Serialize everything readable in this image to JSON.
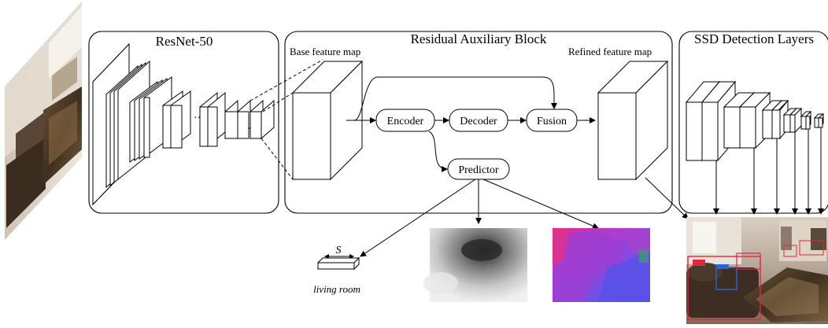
{
  "stages": {
    "backbone": "ResNet-50",
    "auxiliary": "Residual Auxiliary Block",
    "detection": "SSD Detection Layers"
  },
  "maps": {
    "base": "Base feature map",
    "refined": "Refined feature map"
  },
  "modules": {
    "encoder": "Encoder",
    "decoder": "Decoder",
    "fusion": "Fusion",
    "predictor": "Predictor"
  },
  "outputs": {
    "scene_symbol": "S",
    "scene_label": "living room"
  },
  "colors": {
    "depth_dark": "#2a2a2a",
    "normal_blue": "#5a50e6",
    "normal_magenta": "#d23cd2",
    "detection_red": "#e0283c",
    "detection_blue": "#2864dc"
  }
}
